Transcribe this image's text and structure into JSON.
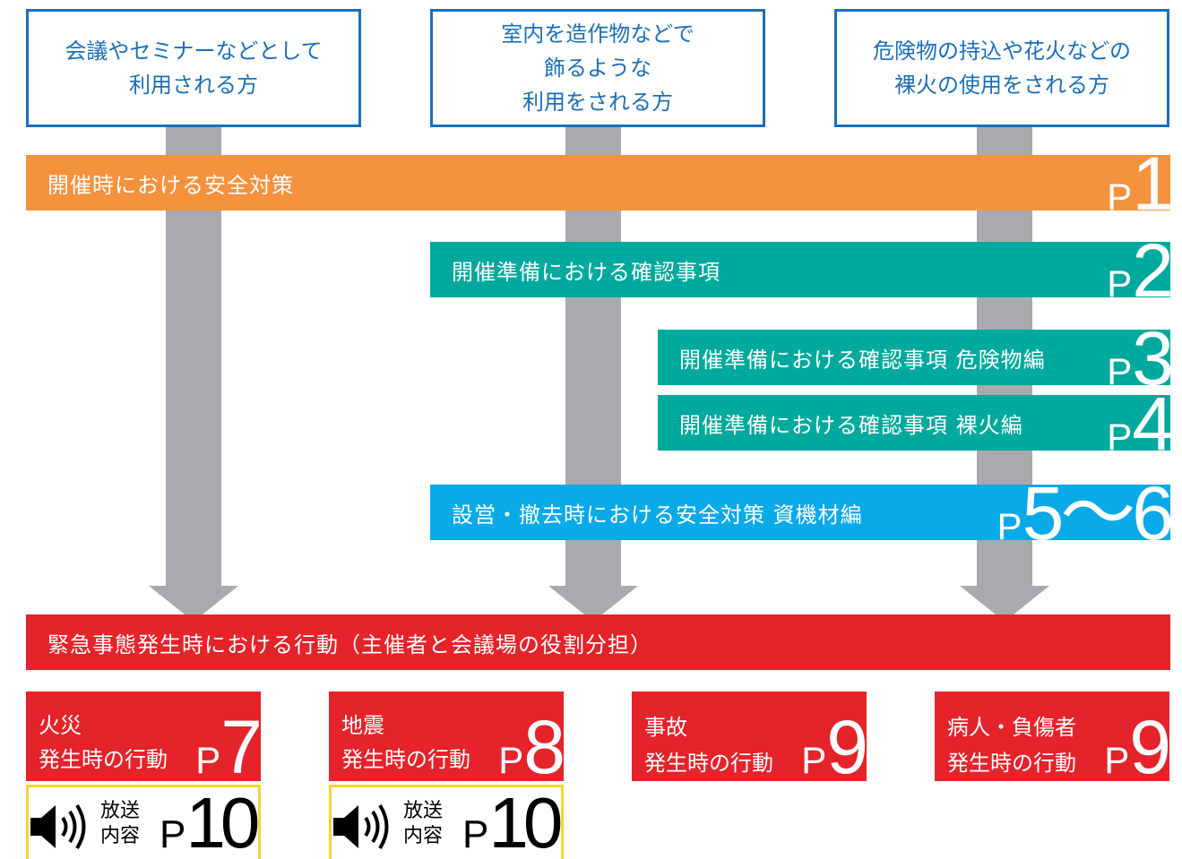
{
  "colors": {
    "box_border": "#1b6fb6",
    "arrow_gray": "#a9aaad",
    "orange": "#f5923e",
    "teal": "#00a99d",
    "sky_blue": "#0aa9e8",
    "red": "#e4232a",
    "yellow": "#f5d530"
  },
  "top_boxes": [
    {
      "lines": [
        "会議やセミナーなどとして",
        "利用される方"
      ]
    },
    {
      "lines": [
        "室内を造作物などで",
        "飾るような",
        "利用をされる方"
      ]
    },
    {
      "lines": [
        "危険物の持込や花火などの",
        "裸火の使用をされる方"
      ]
    }
  ],
  "bands": [
    {
      "label": "開催時における安全対策",
      "page_p": "P",
      "page_num": "1"
    },
    {
      "label": "開催準備における確認事項",
      "page_p": "P",
      "page_num": "2"
    },
    {
      "label": "開催準備における確認事項 危険物編",
      "page_p": "P",
      "page_num": "3"
    },
    {
      "label": "開催準備における確認事項 裸火編",
      "page_p": "P",
      "page_num": "4"
    },
    {
      "label": "設営・撤去時における安全対策 資機材編",
      "page_p": "P",
      "page_num": "5～6"
    }
  ],
  "emergency_band": {
    "label": "緊急事態発生時における行動（主催者と会議場の役割分担）"
  },
  "emergency_boxes": [
    {
      "line1": "火災",
      "line2": "発生時の行動",
      "page_p": "P",
      "page_num": "7"
    },
    {
      "line1": "地震",
      "line2": "発生時の行動",
      "page_p": "P",
      "page_num": "8"
    },
    {
      "line1": "事故",
      "line2": "発生時の行動",
      "page_p": "P",
      "page_num": "9"
    },
    {
      "line1": "病人・負傷者",
      "line2": "発生時の行動",
      "page_p": "P",
      "page_num": "9"
    }
  ],
  "broadcast": {
    "icon": "speaker-icon",
    "label_line1": "放送",
    "label_line2": "内容",
    "page_p": "P",
    "page_num": "10"
  }
}
